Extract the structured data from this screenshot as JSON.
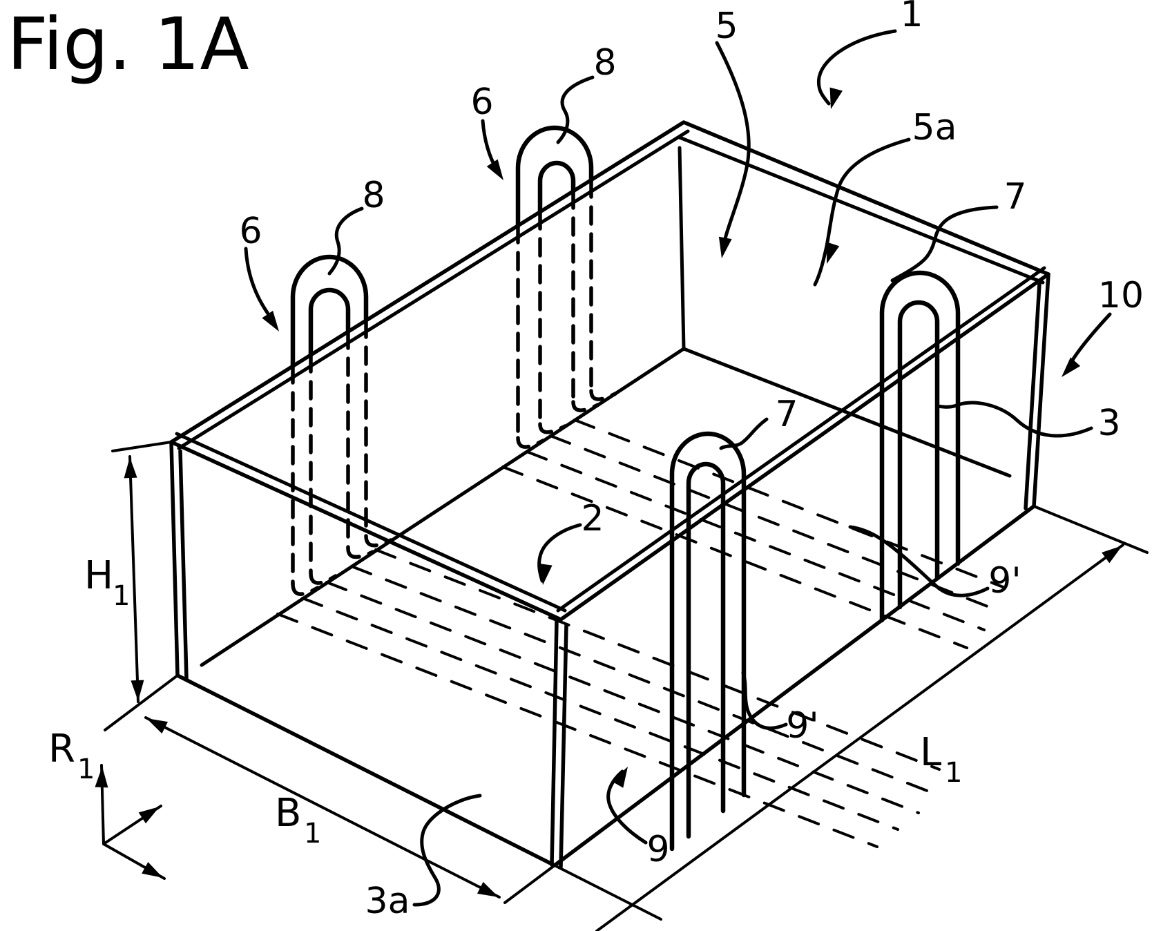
{
  "figure": {
    "title": "Fig. 1A"
  },
  "colors": {
    "ink": "#000000",
    "paper": "#ffffff"
  },
  "labels": {
    "n1": "1",
    "n2": "2",
    "n3": "3",
    "n3a": "3a",
    "n5": "5",
    "n5a": "5a",
    "n6_left": "6",
    "n6_mid": "6",
    "n7_back": "7",
    "n7_front": "7",
    "n8_left": "8",
    "n8_mid": "8",
    "n9": "9",
    "n9p_front": "9'",
    "n9p_back": "9'",
    "n10": "10"
  },
  "dimensions": {
    "height": {
      "base": "H",
      "sub": "1"
    },
    "width": {
      "base": "B",
      "sub": "1"
    },
    "length": {
      "base": "L",
      "sub": "1"
    },
    "axes": {
      "base": "R",
      "sub": "1"
    }
  }
}
